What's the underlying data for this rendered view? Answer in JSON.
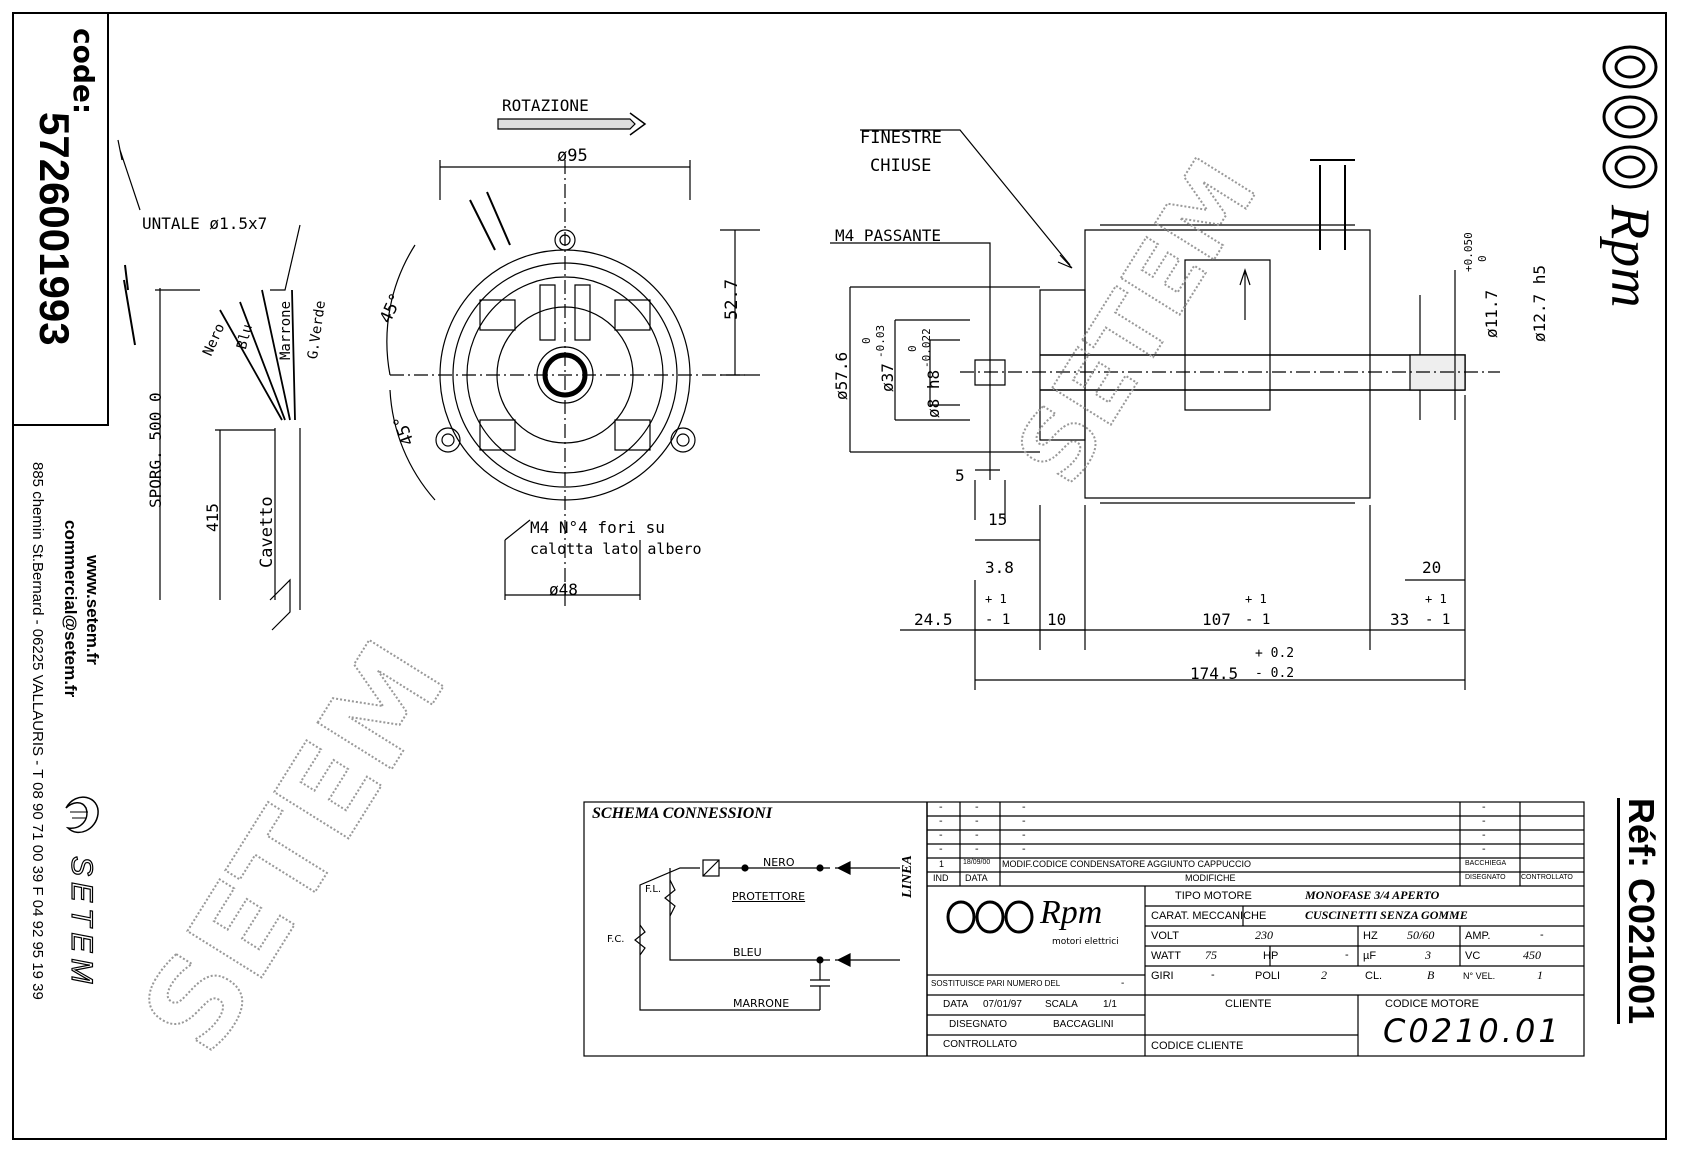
{
  "left_strip": {
    "code_label": "code:",
    "code_value": "5726001993",
    "website": "www.setem.fr",
    "email": "commercial@setem.fr",
    "address": "885 chemin St.Bernard - 06225 VALLAURIS - T 08 90 71 00 39 F 04 92 95 19 39",
    "company": "SETEM"
  },
  "front_view": {
    "rotation_label": "ROTAZIONE",
    "dia_95": "ø95",
    "dim_52_7": "52.7",
    "angle_top": "45°",
    "angle_bottom": "45°",
    "holes_line1": "M4 N°4 fori su",
    "holes_line2": "calotta lato albero",
    "dia_48": "ø48"
  },
  "cable_view": {
    "tip_label": "UNTALE ø1.5x7",
    "wires": [
      "Nero",
      "Blu",
      "Marrone",
      "G.Verde"
    ],
    "sporg": "SPORG. 500  0",
    "length": "415",
    "cable": "Cavetto"
  },
  "side_view": {
    "finestre": "FINESTRE",
    "chiuse": "CHIUSE",
    "m4_passante": "M4 PASSANTE",
    "dia_57_6": "ø57.6",
    "dia_37": "ø37",
    "dia_37_tol_upper": "0",
    "dia_37_tol_lower": "-0.03",
    "dia_8": "ø8 h8",
    "dia_8_tol_upper": "0",
    "dia_8_tol_lower": "-0.022",
    "dia_11_7": "ø11.7",
    "dia_11_7_tol_upper": "+0.050",
    "dia_11_7_tol_lower": "0",
    "dia_12_7": "ø12.7 h5",
    "dim_5": "5",
    "dim_15": "15",
    "dim_3_8": "3.8",
    "dim_20": "20",
    "dim_24_5": "24.5",
    "tol_plus1": "+ 1",
    "tol_minus1": "- 1",
    "dim_10": "10",
    "dim_107": "107",
    "dim_33": "33",
    "tol_plus02": "+ 0.2",
    "tol_minus02": "- 0.2",
    "dim_174_5": "174.5"
  },
  "brand": {
    "rpm": "Rpm",
    "ref_label": "Réf: C021001",
    "watermark": "SETEM"
  },
  "schema": {
    "title": "SCHEMA CONNESSIONI",
    "nero": "NERO",
    "protettore": "PROTETTORE",
    "bleu": "BLEU",
    "marrone": "MARRONE",
    "linea": "LINEA",
    "fl": "F.L.",
    "fc": "F.C."
  },
  "revisions": {
    "blank_rows": 4,
    "row1": [
      "1",
      "18/09/00",
      "MODIF.CODICE CONDENSATORE AGGIUNTO CAPPUCCIO",
      "BACCHIEGA"
    ],
    "headers": [
      "IND",
      "DATA",
      "MODIFICHE",
      "DISEGNATO",
      "CONTROLLATO"
    ],
    "dash": "-"
  },
  "title_block": {
    "logo": "Rpm",
    "logo_sub": "motori elettrici",
    "tipo_motore_label": "TIPO MOTORE",
    "tipo_motore": "MONOFASE 3/4 APERTO",
    "carat_label": "CARAT. MECCANICHE",
    "carat": "CUSCINETTI SENZA GOMME",
    "volt_label": "VOLT",
    "volt": "230",
    "hz_label": "HZ",
    "hz": "50/60",
    "amp_label": "AMP.",
    "amp": "-",
    "watt_label": "WATT",
    "watt": "75",
    "hp_label": "HP",
    "hp": "-",
    "uf_label": "µF",
    "uf": "3",
    "vc_label": "VC",
    "vc": "450",
    "sost_label": "SOSTITUISCE PARI NUMERO DEL",
    "sost": "-",
    "giri_label": "GIRI",
    "giri": "-",
    "poli_label": "POLI",
    "poli": "2",
    "cl_label": "CL.",
    "cl": "B",
    "nvel_label": "N° VEL.",
    "nvel": "1",
    "data_label": "DATA",
    "data": "07/01/97",
    "scala_label": "SCALA",
    "scala": "1/1",
    "cliente_label": "CLIENTE",
    "codice_motore_label": "CODICE MOTORE",
    "disegnato_label": "DISEGNATO",
    "disegnato": "BACCAGLINI",
    "controllato_label": "CONTROLLATO",
    "codice_cliente_label": "CODICE CLIENTE",
    "codice_motore": "C0210.01"
  }
}
